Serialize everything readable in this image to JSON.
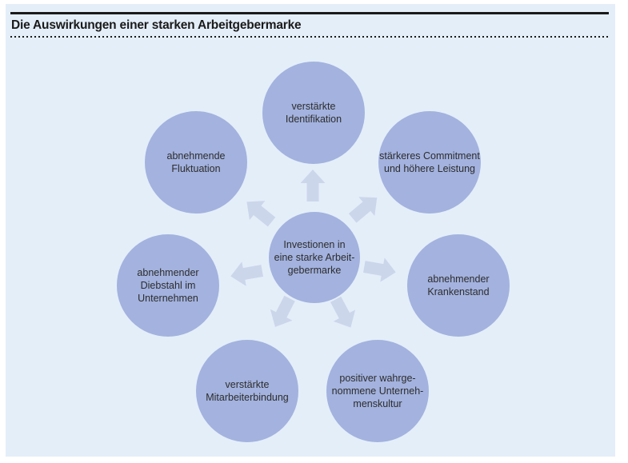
{
  "header": {
    "title": "Die Auswirkungen einer starken Arbeitgebermarke"
  },
  "diagram": {
    "center_node": {
      "text": "Investionen in\neine starke Arbeit-\ngebermarke"
    },
    "nodes": [
      {
        "id": "top",
        "text": "verstärkte\nIdentifikation"
      },
      {
        "id": "top-right",
        "text": "stärkeres Commitment\nund höhere Leistung"
      },
      {
        "id": "right",
        "text": "abnehmender\nKrankenstand"
      },
      {
        "id": "bottom-right",
        "text": "positiver wahrge-\nnommene Unterneh-\nmenskultur"
      },
      {
        "id": "bottom-left",
        "text": "verstärkte\nMitarbeiterbindung"
      },
      {
        "id": "left",
        "text": "abnehmender\nDiebstahl im\nUnternehmen"
      },
      {
        "id": "top-left",
        "text": "abnehmende\nFluktuation"
      }
    ],
    "arrows": [
      "up",
      "up-right",
      "right",
      "down-right",
      "down-left",
      "left",
      "up-left"
    ],
    "colors": {
      "panel_background": "#e4eef9",
      "circle_fill": "#a3b2de",
      "arrow_fill": "#ccd6eb",
      "title_text": "#1a1a1a",
      "node_text": "#2d2d2d"
    }
  }
}
